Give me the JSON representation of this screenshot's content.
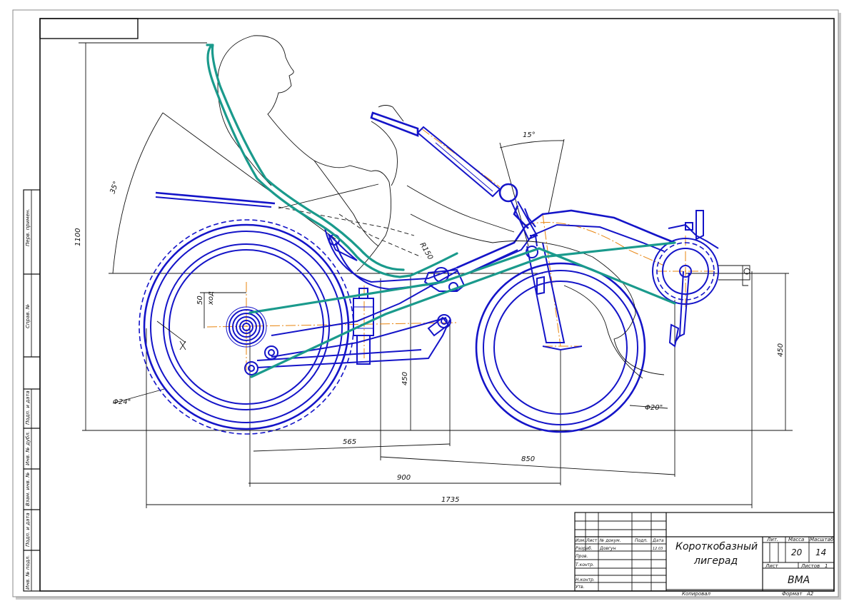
{
  "title_block": {
    "title_line1": "Короткобазный",
    "title_line2": "лигерад",
    "org": "ВМА",
    "lit_label": "Лит.",
    "mass_label": "Масса",
    "scale_label": "Масштаб",
    "mass_value": "20",
    "scale_value": "14",
    "sheet_label": "Лист",
    "sheets_label": "Листов",
    "sheets_value": "1",
    "copied_label": "Копировал",
    "format_label": "Формат",
    "format_value": "А2",
    "rows": {
      "izm": "Изм.",
      "list": "Лист",
      "doc_no": "№ докум.",
      "sign": "Подп.",
      "date": "Дата",
      "developed": "Разраб.",
      "developer": "Довгун",
      "checked": "Пров.",
      "tech": "Т.контр.",
      "norm": "Н.контр.",
      "approved": "Утв.",
      "date_value": "12.03"
    }
  },
  "side_strip": {
    "labels": [
      "Перв. примен.",
      "Справ. №",
      "Подп. и дата",
      "Инв. № дубл.",
      "Взам. инв. №",
      "Подп. и дата",
      "Инв. № подл."
    ]
  },
  "dimensions": {
    "height_total": "1100",
    "angle_seat": "35°",
    "angle_fork": "15°",
    "radius": "R150",
    "travel": "50",
    "travel_label": "ход",
    "rear_wheel": "Φ24\"",
    "front_wheel": "Φ20\"",
    "seat_height": "450",
    "bb_height": "450",
    "d565": "565",
    "d850": "850",
    "d900": "900",
    "d1735": "1735"
  },
  "colors": {
    "frame": "#1414c8",
    "chain_and_seat": "#1a9a8c",
    "axis_lines": "#e8840e",
    "rider": "#111111"
  }
}
